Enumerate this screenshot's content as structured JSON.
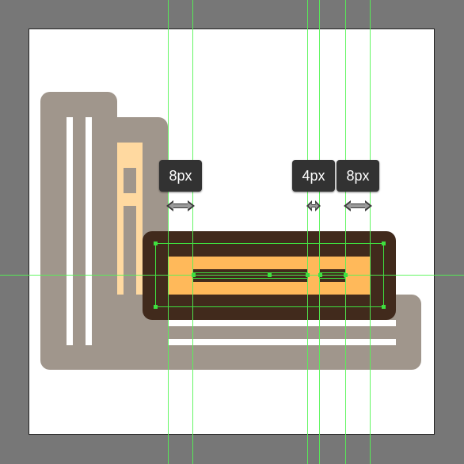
{
  "canvas": {
    "background_color": "#777777",
    "artboard_color": "#ffffff"
  },
  "colors": {
    "book_grey": "#a0968c",
    "book_cream": "#ffd9a0",
    "book_dark_brown": "#412a1c",
    "book_orange": "#ffb95a",
    "guide_green": "#53f553",
    "badge_bg": "#323232"
  },
  "measurements": {
    "left_gap": "8px",
    "middle_gap": "4px",
    "right_gap": "8px"
  },
  "icons": {
    "spacing_arrow": "double-arrow-horizontal-icon"
  }
}
